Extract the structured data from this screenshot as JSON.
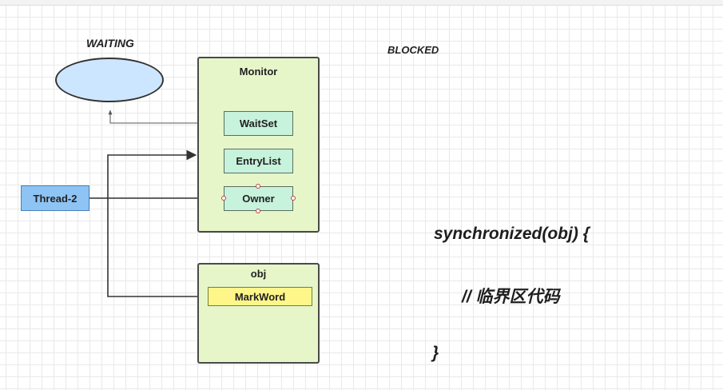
{
  "labels": {
    "waiting": "WAITING",
    "blocked": "BLOCKED"
  },
  "monitor": {
    "title": "Monitor",
    "waitset": "WaitSet",
    "entrylist": "EntryList",
    "owner": "Owner"
  },
  "thread": "Thread-2",
  "obj": {
    "title": "obj",
    "markword": "MarkWord"
  },
  "code": {
    "line1": "synchronized(obj) {",
    "line2": "// 临界区代码",
    "line3": "}"
  },
  "colors": {
    "monitor_fill": "#e6f6c9",
    "inner_fill": "#c7f2dc",
    "thread_fill": "#8ec4f4",
    "markword_fill": "#fff68a",
    "ellipse_fill": "#cde6ff"
  }
}
